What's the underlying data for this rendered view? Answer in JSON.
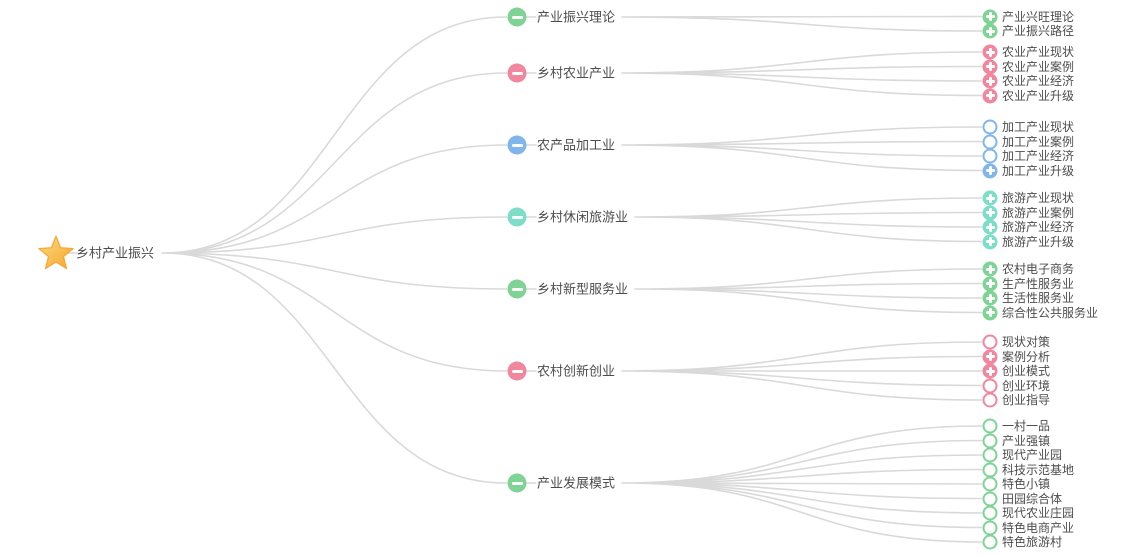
{
  "colors": {
    "green": "#7fd394",
    "pink": "#f0879f",
    "blue": "#80b6ea",
    "teal": "#7eddc6",
    "line": "#d9d9d9",
    "text": "#4d4d4d",
    "star_light": "#fcd97f",
    "star_dark": "#f5a630"
  },
  "root": {
    "label": "乡村产业振兴",
    "icon": "star-icon"
  },
  "branches": [
    {
      "label": "产业振兴理论",
      "color": "green",
      "expander": "minus",
      "children": [
        {
          "label": "产业兴旺理论",
          "icon": "plus"
        },
        {
          "label": "产业振兴路径",
          "icon": "plus"
        }
      ]
    },
    {
      "label": "乡村农业产业",
      "color": "pink",
      "expander": "minus",
      "children": [
        {
          "label": "农业产业现状",
          "icon": "plus"
        },
        {
          "label": "农业产业案例",
          "icon": "plus"
        },
        {
          "label": "农业产业经济",
          "icon": "plus"
        },
        {
          "label": "农业产业升级",
          "icon": "plus"
        }
      ]
    },
    {
      "label": "农产品加工业",
      "color": "blue",
      "expander": "minus",
      "children": [
        {
          "label": "加工产业现状",
          "icon": "circle"
        },
        {
          "label": "加工产业案例",
          "icon": "circle"
        },
        {
          "label": "加工产业经济",
          "icon": "circle"
        },
        {
          "label": "加工产业升级",
          "icon": "plus"
        }
      ]
    },
    {
      "label": "乡村休闲旅游业",
      "color": "teal",
      "expander": "minus",
      "children": [
        {
          "label": "旅游产业现状",
          "icon": "plus"
        },
        {
          "label": "旅游产业案例",
          "icon": "plus"
        },
        {
          "label": "旅游产业经济",
          "icon": "plus"
        },
        {
          "label": "旅游产业升级",
          "icon": "plus"
        }
      ]
    },
    {
      "label": "乡村新型服务业",
      "color": "green",
      "expander": "minus",
      "children": [
        {
          "label": "农村电子商务",
          "icon": "plus"
        },
        {
          "label": "生产性服务业",
          "icon": "plus"
        },
        {
          "label": "生活性服务业",
          "icon": "plus"
        },
        {
          "label": "综合性公共服务业",
          "icon": "plus"
        }
      ]
    },
    {
      "label": "农村创新创业",
      "color": "pink",
      "expander": "minus",
      "children": [
        {
          "label": "现状对策",
          "icon": "circle"
        },
        {
          "label": "案例分析",
          "icon": "plus"
        },
        {
          "label": "创业模式",
          "icon": "plus"
        },
        {
          "label": "创业环境",
          "icon": "circle"
        },
        {
          "label": "创业指导",
          "icon": "circle"
        }
      ]
    },
    {
      "label": "产业发展模式",
      "color": "green",
      "expander": "minus",
      "children": [
        {
          "label": "一村一品",
          "icon": "circle"
        },
        {
          "label": "产业强镇",
          "icon": "circle"
        },
        {
          "label": "现代产业园",
          "icon": "circle"
        },
        {
          "label": "科技示范基地",
          "icon": "circle"
        },
        {
          "label": "特色小镇",
          "icon": "circle"
        },
        {
          "label": "田园综合体",
          "icon": "circle"
        },
        {
          "label": "现代农业庄园",
          "icon": "circle"
        },
        {
          "label": "特色电商产业",
          "icon": "circle"
        },
        {
          "label": "特色旅游村",
          "icon": "circle"
        }
      ]
    }
  ]
}
